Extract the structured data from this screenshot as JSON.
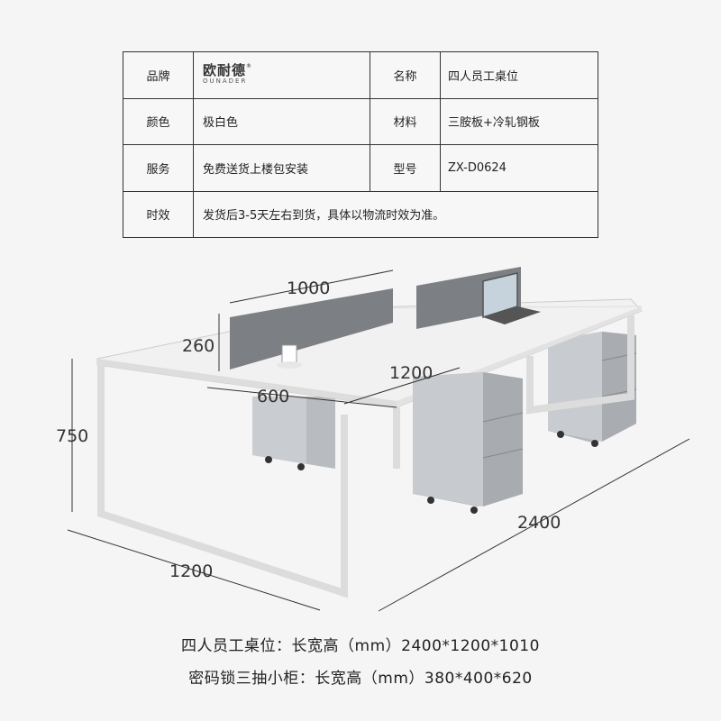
{
  "specs": {
    "brand_label": "品牌",
    "brand_logo_cn": "欧耐德",
    "brand_logo_en": "OUNADER",
    "brand_logo_mark": "®",
    "name_label": "名称",
    "name_value": "四人员工桌位",
    "color_label": "颜色",
    "color_value": "极白色",
    "material_label": "材料",
    "material_value": "三胺板+冷轧钢板",
    "service_label": "服务",
    "service_value": "免费送货上楼包安装",
    "model_label": "型号",
    "model_value": "ZX-D0624",
    "delivery_label": "时效",
    "delivery_value": "发货后3-5天左右到货，具体以物流时效为准。"
  },
  "dimensions": {
    "screen_width": "1000",
    "screen_height": "260",
    "desk_depth": "1200",
    "desk_length": "2400",
    "desk_height": "750",
    "seat_depth": "600",
    "table_depth_front": "1200"
  },
  "captions": {
    "desk": "四人员工桌位：长宽高（mm）2400*1200*1010",
    "cabinet": "密码锁三抽小柜：长宽高（mm）380*400*620"
  }
}
